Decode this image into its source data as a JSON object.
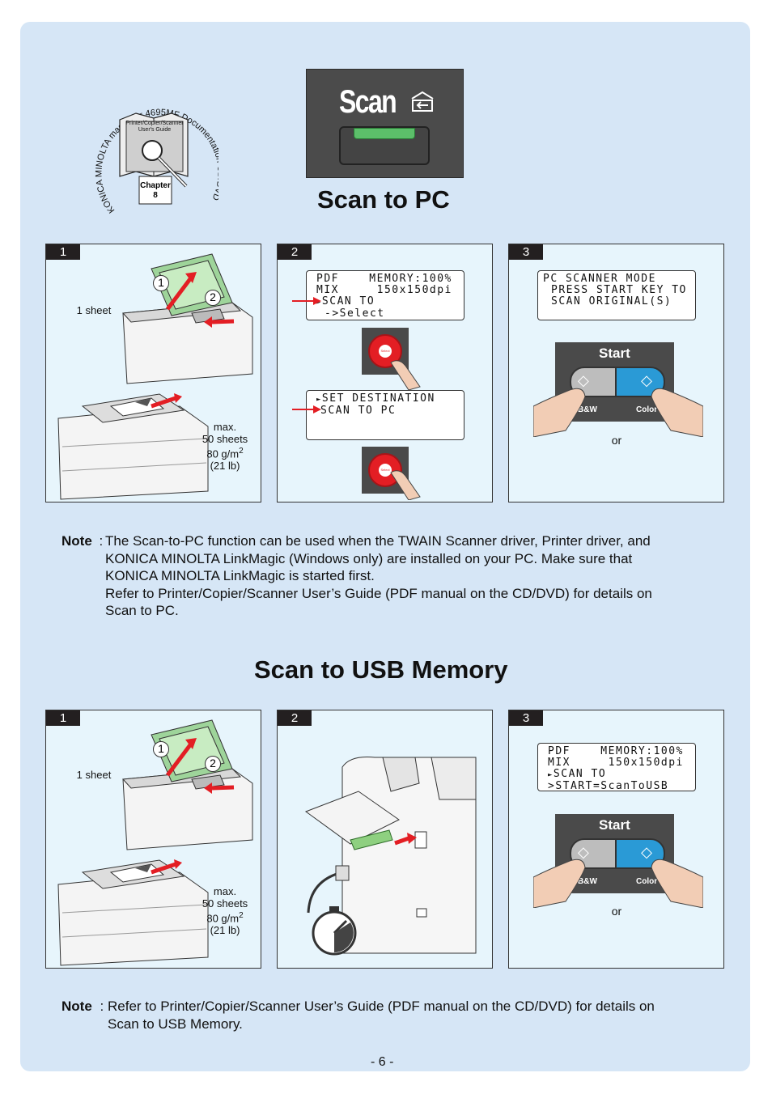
{
  "header": {
    "scan_key_label": "Scan",
    "scan_to_pc_title": "Scan to PC",
    "scan_to_usb_title": "Scan to USB Memory"
  },
  "cd_label": {
    "ring_text": "KONICA MINOLTA magicolor 4695MF Documentation CD/DVD",
    "book_title_line1": "Printer/Copier/Scanner",
    "book_title_line2": "User's Guide",
    "chapter_label": "Chapter",
    "chapter_num": "8"
  },
  "pc_section": {
    "panel1": {
      "num": "1",
      "circle1": "1",
      "circle2": "2",
      "sheet_label": "1 sheet",
      "max_line1": "max.",
      "max_line2": "50 sheets",
      "max_line3": "80 g/m",
      "max_sup": "2",
      "max_line4": "(21 lb)"
    },
    "panel2": {
      "num": "2",
      "lcd1_line1": "PDF    MEMORY:100%",
      "lcd1_line2": "MIX     150x150dpi",
      "lcd1_line3": "SCAN TO",
      "lcd1_line4": "->Select",
      "lcd2_line1": "SET DESTINATION",
      "lcd2_line2": "SCAN TO PC",
      "select_label": "Select"
    },
    "panel3": {
      "num": "3",
      "lcd_line1": "PC SCANNER MODE",
      "lcd_line2": "PRESS START KEY TO",
      "lcd_line3": "SCAN ORIGINAL(S)",
      "start_label": "Start",
      "bw_label": "B&W",
      "color_label": "Color",
      "or_label": "or"
    }
  },
  "pc_note": {
    "label": "Note",
    "colon": ":",
    "line1": "The Scan-to-PC function can be used when the TWAIN Scanner driver, Printer driver, and",
    "line2": "KONICA MINOLTA LinkMagic (Windows only) are installed on your PC. Make sure that",
    "line3": "KONICA MINOLTA LinkMagic is started first.",
    "line4": "Refer to Printer/Copier/Scanner User’s Guide (PDF manual on the CD/DVD) for details on",
    "line5": "Scan to PC."
  },
  "usb_section": {
    "panel1": {
      "num": "1",
      "circle1": "1",
      "circle2": "2",
      "sheet_label": "1 sheet",
      "max_line1": "max.",
      "max_line2": "50 sheets",
      "max_line3": "80 g/m",
      "max_sup": "2",
      "max_line4": "(21 lb)"
    },
    "panel2": {
      "num": "2"
    },
    "panel3": {
      "num": "3",
      "lcd_line1": "PDF    MEMORY:100%",
      "lcd_line2": "MIX     150x150dpi",
      "lcd_line3": "SCAN TO",
      "lcd_line4": ">START=ScanToUSB",
      "start_label": "Start",
      "bw_label": "B&W",
      "color_label": "Color",
      "or_label": "or"
    }
  },
  "usb_note": {
    "label": "Note",
    "colon": ":",
    "line1": "Refer to Printer/Copier/Scanner User’s Guide (PDF manual on the CD/DVD) for details on",
    "line2": "Scan to USB Memory."
  },
  "footer": {
    "page_number": "- 6 -"
  },
  "colors": {
    "page_bg": "#d6e6f6",
    "panel_bg": "#e7f5fc",
    "accent_red": "#e31e24",
    "scan_green": "#5cbf6a",
    "start_blue": "#2a9ad6"
  }
}
